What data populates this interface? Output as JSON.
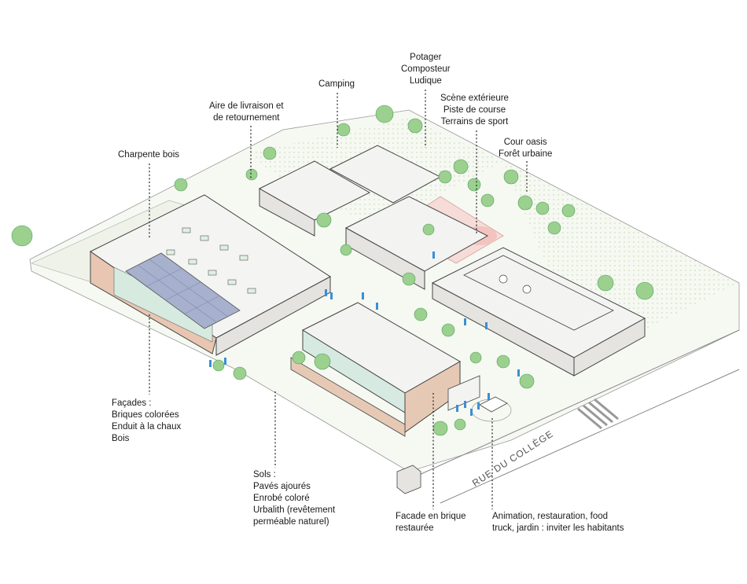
{
  "labels": {
    "potager": [
      "Potager",
      "Composteur",
      "Ludique"
    ],
    "camping": [
      "Camping"
    ],
    "aire": [
      "Aire de livraison et",
      "de retournement"
    ],
    "scene": [
      "Scène extérieure",
      "Piste de course",
      "Terrains de sport"
    ],
    "cour": [
      "Cour oasis",
      "Forêt urbaine"
    ],
    "charpente": [
      "Charpente bois"
    ],
    "facades": [
      "Façades :",
      "Briques colorées",
      "Enduit à la chaux",
      "Bois"
    ],
    "sols": [
      "Sols :",
      "Pavés ajourés",
      "Enrobé coloré",
      "Urbalith (revêtement",
      "perméable naturel)"
    ],
    "facade_brique": [
      "Facade en brique",
      "restaurée"
    ],
    "animation": [
      "Animation, restauration, food",
      "truck, jardin : inviter les habitants"
    ]
  },
  "street_name": "RUE DU COLLÈGE",
  "colors": {
    "ground": "#f4f7ef",
    "grass": "#e9f1df",
    "roof": "#f3f3f1",
    "wall": "#e7e5e1",
    "brick": "#e6c9b5",
    "pink_zone": "#f6d8d5",
    "tree": "#8fcf8a",
    "tree_dark": "#4f9f5a",
    "people": "#3a8fd6",
    "solar": "#9ea9c9",
    "line": "#444444"
  }
}
